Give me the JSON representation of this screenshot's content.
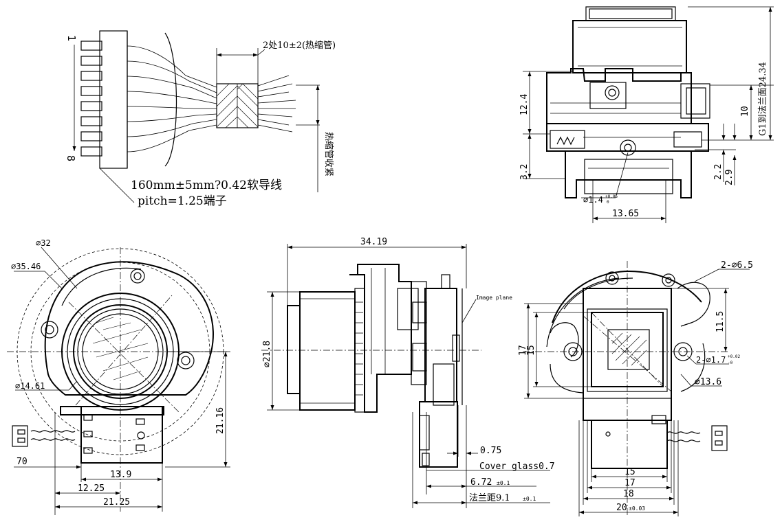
{
  "cable_view": {
    "pin_first": "1",
    "pin_last": "8",
    "heat_shrink_note": "2处10±2(热缩管)",
    "heat_shrink_vertical": "热缩管收紧",
    "wire_spec": "160mm±5mm?0.42软导线",
    "pitch_spec": "pitch=1.25端子"
  },
  "side_view_top": {
    "dim_12_4": "12.4",
    "dim_3_2": "3.2",
    "dim_10": "10",
    "dim_g1": "G1到法兰面24.34",
    "dim_2_2": "2.2",
    "dim_2_9": "2.9",
    "hole_dia": "⌀1.4",
    "hole_tol_plus": "+0.05",
    "hole_tol_minus": "0",
    "dim_13_65": "13.65"
  },
  "front_view": {
    "dia_32": "⌀32",
    "dia_35_46": "⌀35.46",
    "dia_14_61": "⌀14.61",
    "dim_21_16": "21.16",
    "dim_70": "70",
    "dim_13_9": "13.9",
    "dim_12_25": "12.25",
    "dim_21_25": "21.25"
  },
  "side_view_center": {
    "dim_34_19": "34.19",
    "dia_21_8": "⌀21.8",
    "image_plane": "Image plane",
    "dim_0_75": "0.75",
    "cover_glass": "Cover glass0.7",
    "dim_6_72": "6.72",
    "dim_6_72_tol": "±0.1",
    "flange_label": "法兰距9.1",
    "flange_tol": "±0.1"
  },
  "rear_view": {
    "holes_2_6_5": "2-⌀6.5",
    "dim_11_5": "11.5",
    "dim_17_v": "17",
    "dim_15_v": "15",
    "holes_2_1_7": "2-⌀1.7",
    "holes_tol_plus": "+0.02",
    "holes_tol_minus": "-0",
    "dia_13_6": "⌀13.6",
    "dim_15_h": "15",
    "dim_17_h": "17",
    "dim_18": "18",
    "dim_20": "20",
    "dim_20_tol": "±0.03"
  }
}
